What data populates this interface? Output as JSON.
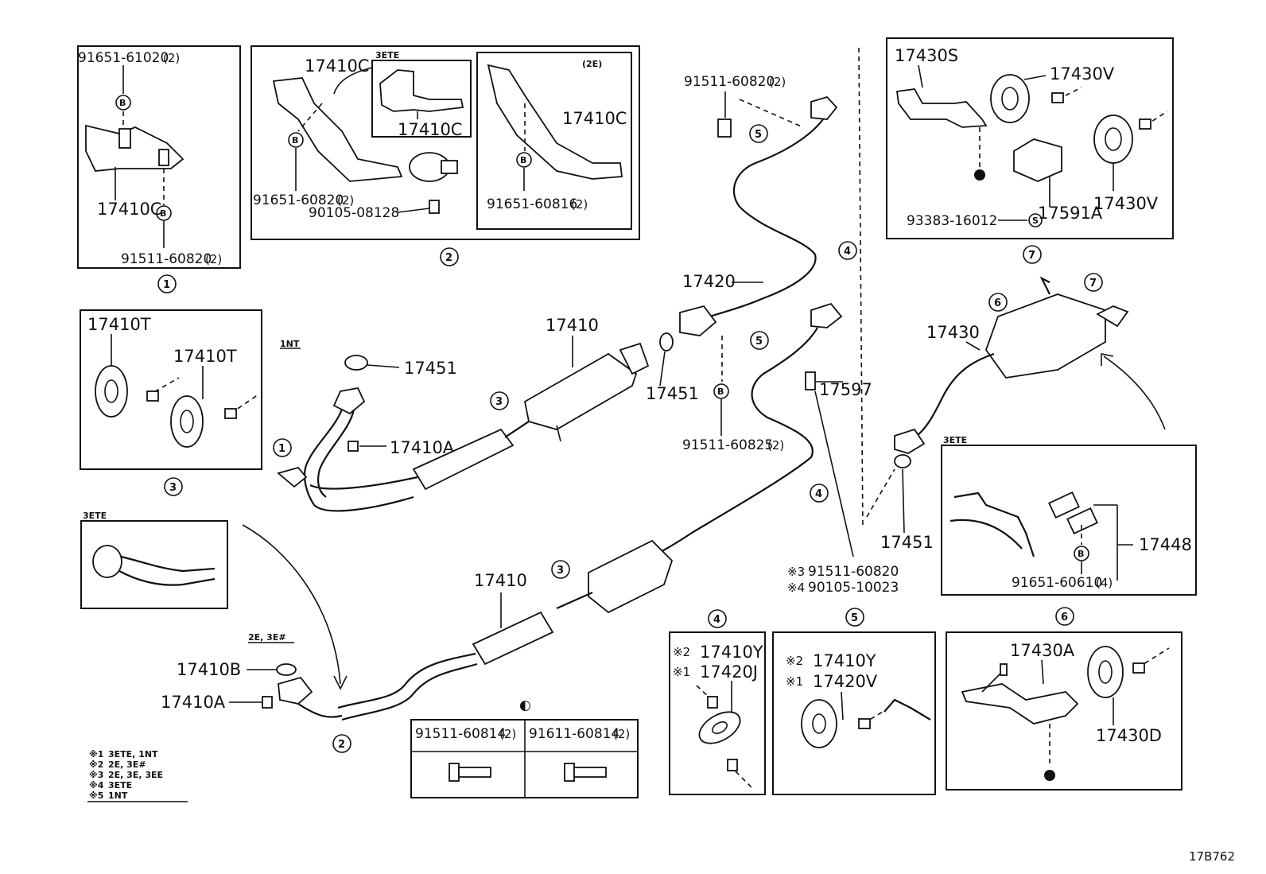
{
  "diagram_code": "17B762",
  "notes": [
    {
      "mark": "※1",
      "text": "3ETE, 1NT"
    },
    {
      "mark": "※2",
      "text": "2E, 3E#"
    },
    {
      "mark": "※3",
      "text": "2E, 3E, 3EE"
    },
    {
      "mark": "※4",
      "text": "3ETE"
    },
    {
      "mark": "※5",
      "text": "1NT"
    }
  ],
  "boxes": {
    "box1": {
      "number": "1",
      "parts": [
        "91651-61020",
        "17410C",
        "91511-60820"
      ],
      "qty": [
        "(2)",
        "(2)"
      ]
    },
    "box2": {
      "number": "2",
      "engine_a": "3ETE",
      "engine_b": "(2E)",
      "parts": [
        "17410C",
        "17410C",
        "17410C",
        "91651-60820",
        "90105-08128",
        "91651-60816"
      ],
      "qty": [
        "(2)",
        "(2)"
      ]
    },
    "box3": {
      "number": "3",
      "parts": [
        "17410T",
        "17410T"
      ]
    },
    "box4": {
      "number": "4",
      "m2": "※2",
      "m1": "※1",
      "parts": [
        "17410Y",
        "17420J"
      ]
    },
    "box5": {
      "number": "5",
      "m2": "※2",
      "m1": "※1",
      "parts": [
        "17410Y",
        "17420V"
      ]
    },
    "box6": {
      "number": "6",
      "parts": [
        "17430A",
        "17430D"
      ]
    },
    "box7": {
      "number": "7",
      "parts": [
        "17430S",
        "17430V",
        "17430V",
        "17591A",
        "93383-16012"
      ]
    },
    "box8": {
      "engine": "3ETE",
      "parts": [
        "17448",
        "91651-60610"
      ],
      "qty": "(4)"
    },
    "box9": {
      "engine": "3ETE"
    }
  },
  "bolt_table": {
    "headers": [
      "91511-60814",
      "91611-60814"
    ],
    "qty": [
      "(2)",
      "(2)"
    ],
    "symbol": "◐"
  },
  "engine_tags": {
    "nt": "1NT",
    "e2e3": "2E, 3E#"
  },
  "main_labels": {
    "p17451a": "17451",
    "p17410a_top": "17410A",
    "p17410_top": "17410",
    "p17451b": "17451",
    "p91511_60825": "91511-60825",
    "q91511_60825": "(2)",
    "p17420": "17420",
    "p91511_60820": "91511-60820",
    "q91511_60820": "(2)",
    "p17597": "17597",
    "p17410_bot": "17410",
    "p17410b": "17410B",
    "p17410a_bot": "17410A",
    "p17430": "17430",
    "p17451c": "17451",
    "m3": "※3",
    "m4": "※4",
    "ref3": "91511-60820",
    "ref4": "90105-10023"
  },
  "callouts": [
    "1",
    "2",
    "3",
    "4",
    "5",
    "6",
    "7"
  ]
}
